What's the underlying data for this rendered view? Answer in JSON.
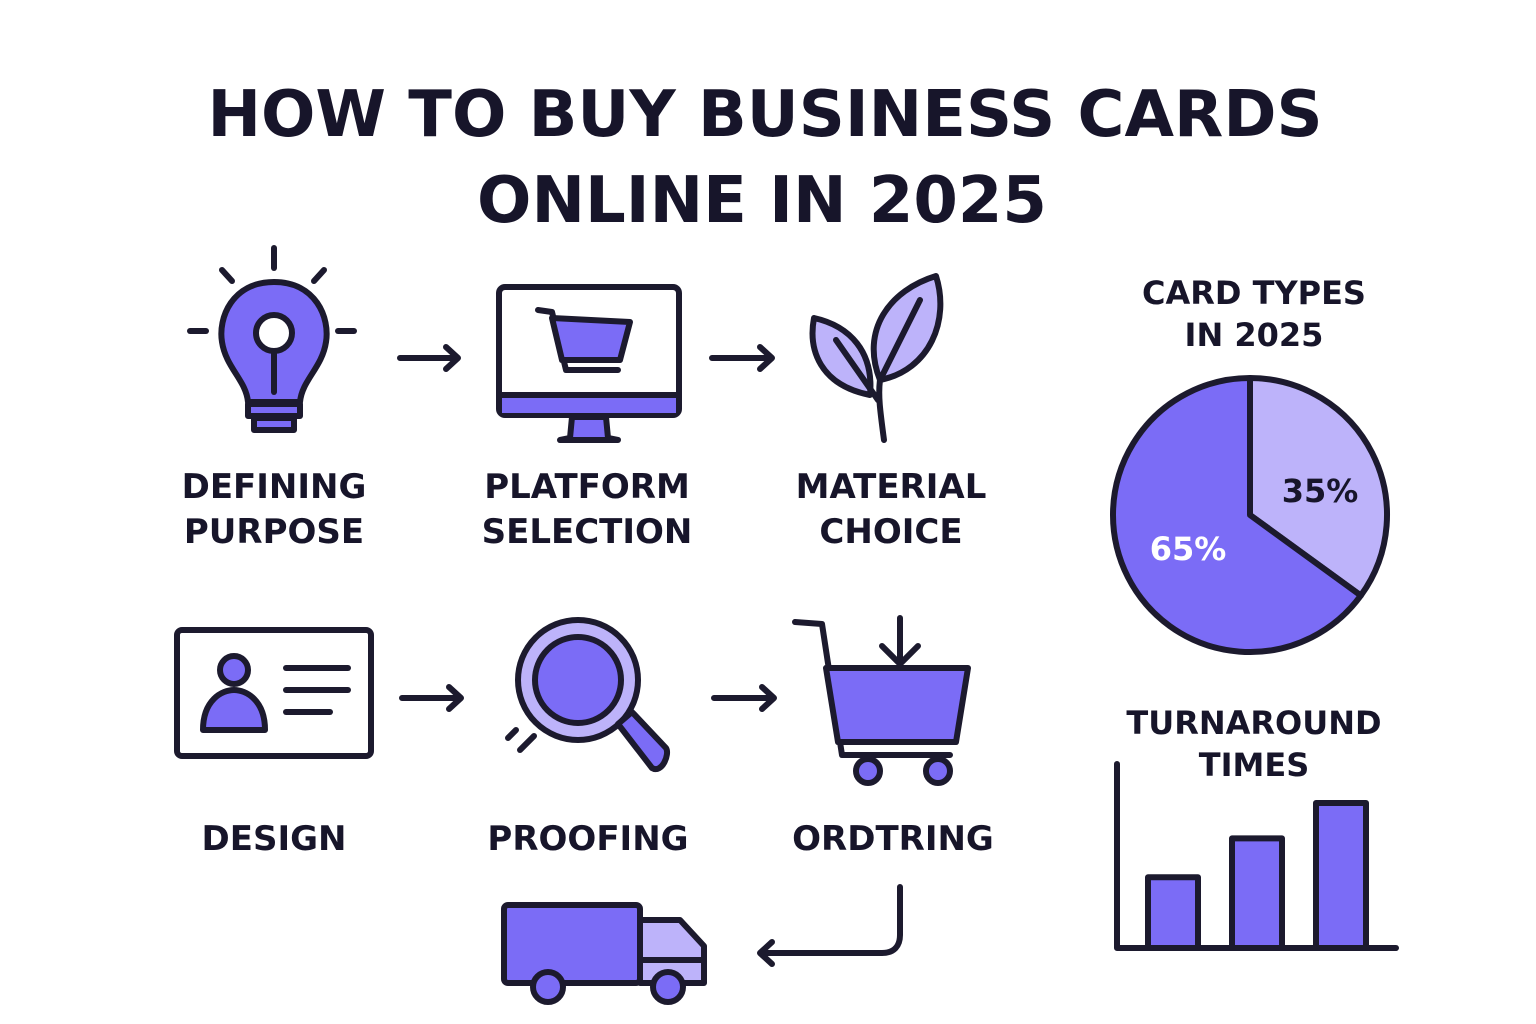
{
  "title": {
    "line1": "HOW TO BUY BUSINESS CARDS",
    "line2": "ONLINE IN 2025"
  },
  "colors": {
    "primary": "#7b6cf6",
    "light": "#bdb3fa",
    "ink": "#1c1a2e"
  },
  "steps": [
    {
      "line1": "DEFINING",
      "line2": "PURPOSE",
      "icon": "lightbulb-icon"
    },
    {
      "line1": "PLATFORM",
      "line2": "SELECTION",
      "icon": "monitor-cart-icon"
    },
    {
      "line1": "MATERIAL",
      "line2": "CHOICE",
      "icon": "leaf-icon"
    },
    {
      "line1": "DESIGN",
      "icon": "id-card-icon"
    },
    {
      "line1": "PROOFING",
      "icon": "magnifier-icon"
    },
    {
      "line1": "ORDTRING",
      "icon": "shopping-cart-icon"
    },
    {
      "icon": "delivery-truck-icon"
    }
  ],
  "chart_data": [
    {
      "type": "pie",
      "title": "CARD TYPES IN 2025",
      "title_line1": "CARD TYPES",
      "title_line2": "IN 2025",
      "values": [
        35,
        65
      ],
      "labels": [
        "35%",
        "65%"
      ],
      "colors": [
        "#bdb3fa",
        "#7b6cf6"
      ]
    },
    {
      "type": "bar",
      "title": "TURNAROUND TIMES",
      "title_line1": "TURNAROUND",
      "title_line2": "TIMES",
      "values": [
        1,
        1.55,
        2.05
      ],
      "color": "#7b6cf6",
      "grid": false
    }
  ]
}
